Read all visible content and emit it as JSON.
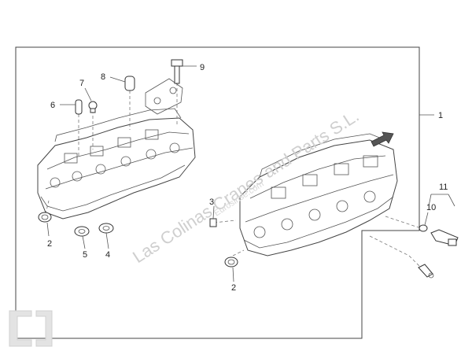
{
  "callouts": {
    "c1": "1",
    "c2a": "2",
    "c2b": "2",
    "c3": "3",
    "c4": "4",
    "c5": "5",
    "c6": "6",
    "c7": "7",
    "c8": "8",
    "c9": "9",
    "c10": "10",
    "c11": "11"
  },
  "watermark": {
    "main": "Las Colinas Cranes and Parts S.L.",
    "sub": "Eurosinse.com"
  },
  "colors": {
    "line": "#444444",
    "watermark": "#cfcfcf"
  }
}
